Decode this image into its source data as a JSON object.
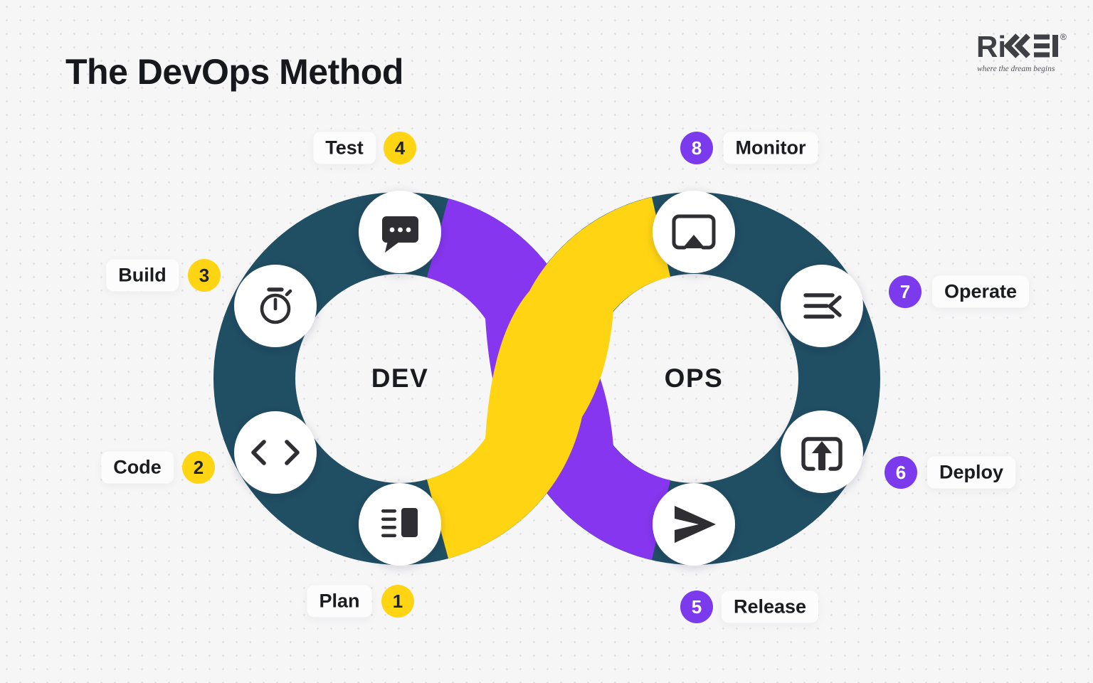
{
  "title": "The DevOps Method",
  "logo": {
    "brand": "RIKKEI",
    "brand_prefix": "Ri",
    "registered": "®",
    "tagline": "where the dream begins"
  },
  "diagram": {
    "dev_label": "DEV",
    "ops_label": "OPS",
    "stages": [
      {
        "num": "1",
        "label": "Plan",
        "group": "dev",
        "icon": "list-detail-icon"
      },
      {
        "num": "2",
        "label": "Code",
        "group": "dev",
        "icon": "code-brackets-icon"
      },
      {
        "num": "3",
        "label": "Build",
        "group": "dev",
        "icon": "stopwatch-icon"
      },
      {
        "num": "4",
        "label": "Test",
        "group": "dev",
        "icon": "chat-dots-icon"
      },
      {
        "num": "5",
        "label": "Release",
        "group": "ops",
        "icon": "send-icon"
      },
      {
        "num": "6",
        "label": "Deploy",
        "group": "ops",
        "icon": "window-upload-icon"
      },
      {
        "num": "7",
        "label": "Operate",
        "group": "ops",
        "icon": "list-collapse-icon"
      },
      {
        "num": "8",
        "label": "Monitor",
        "group": "ops",
        "icon": "screen-share-icon"
      }
    ]
  },
  "colors": {
    "teal": "#204E63",
    "yellow": "#FFD412",
    "purple": "#7C3AED",
    "purple-band": "#8636EF",
    "ink": "#17181C",
    "bg": "#F6F6F7"
  }
}
